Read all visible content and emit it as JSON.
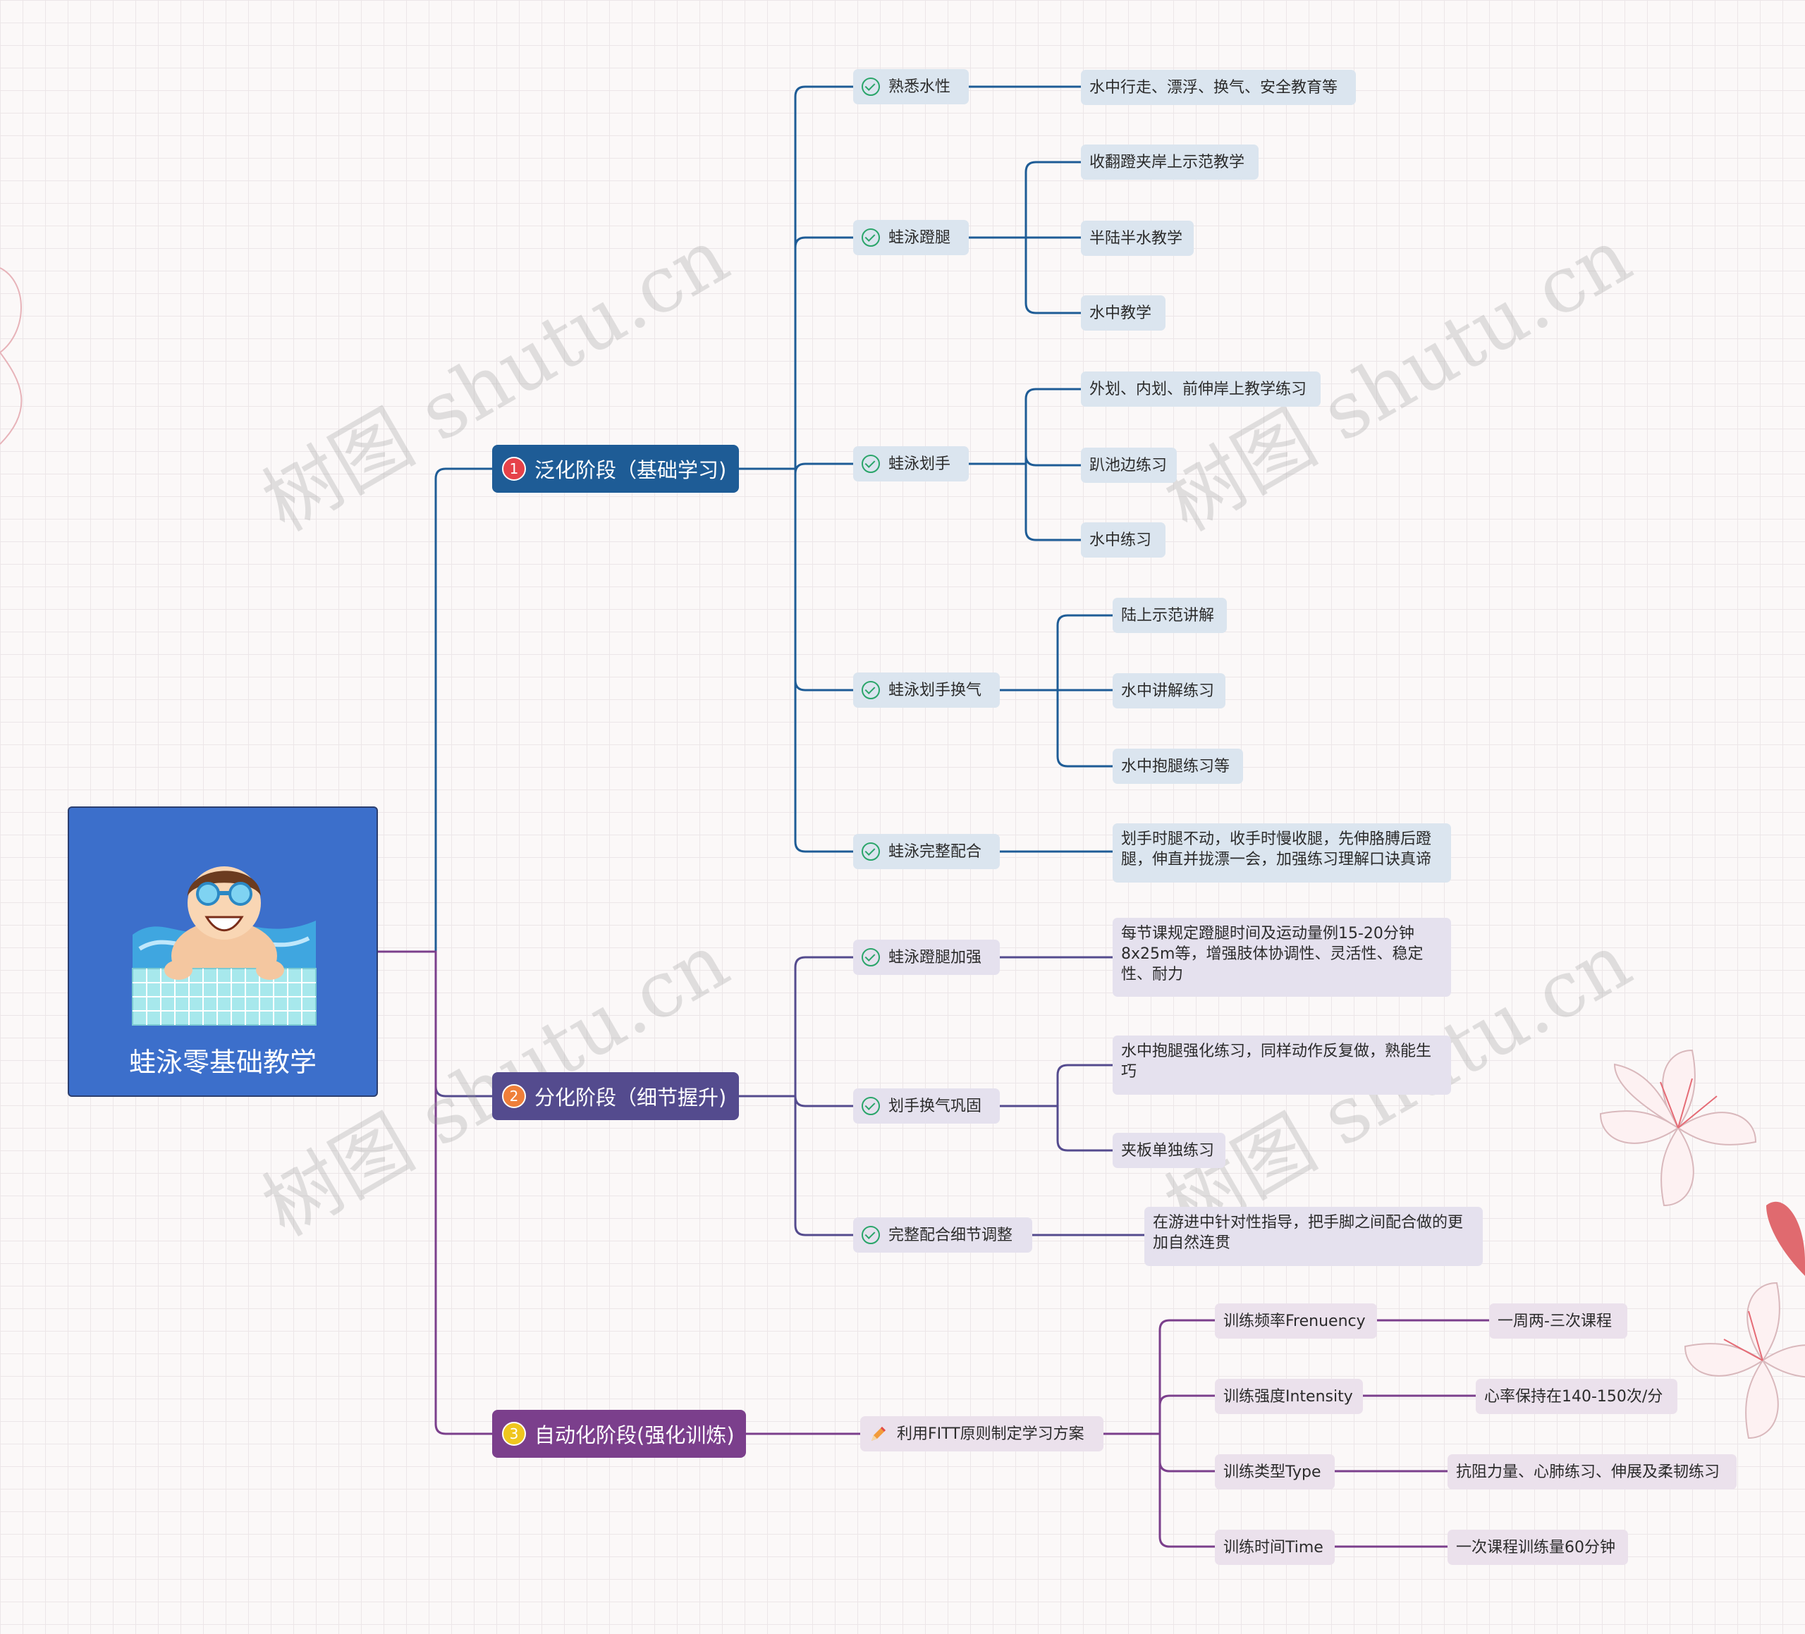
{
  "root": {
    "title": "蛙泳零基础教学",
    "image": "swimmer-illustration"
  },
  "watermark": "树图 shutu.cn",
  "stages": [
    {
      "badge": "1",
      "label": "泛化阶段（基础学习)",
      "color": "#1e5c96",
      "badge_color": "#e64249",
      "children": [
        {
          "label": "熟悉水性",
          "icon": "check-circle-icon",
          "children": [
            "水中行走、漂浮、换气、安全教育等"
          ]
        },
        {
          "label": "蛙泳蹬腿",
          "icon": "check-circle-icon",
          "children": [
            "收翻蹬夹岸上示范教学",
            "半陆半水教学",
            "水中教学"
          ]
        },
        {
          "label": "蛙泳划手",
          "icon": "check-circle-icon",
          "children": [
            "外划、内划、前伸岸上教学练习",
            "趴池边练习",
            "水中练习"
          ]
        },
        {
          "label": "蛙泳划手换气",
          "icon": "check-circle-icon",
          "children": [
            "陆上示范讲解",
            "水中讲解练习",
            "水中抱腿练习等"
          ]
        },
        {
          "label": "蛙泳完整配合",
          "icon": "check-circle-icon",
          "children": [
            "划手时腿不动，收手时慢收腿，先伸胳膊后蹬腿，伸直并拢漂一会，加强练习理解口诀真谛"
          ]
        }
      ]
    },
    {
      "badge": "2",
      "label": "分化阶段（细节握升)",
      "color": "#544b8e",
      "badge_color": "#ef7f3a",
      "children": [
        {
          "label": "蛙泳蹬腿加强",
          "icon": "check-circle-icon",
          "children": [
            "每节课规定蹬腿时间及运动量例15-20分钟8x25m等，增强肢体协调性、灵活性、稳定性、耐力"
          ]
        },
        {
          "label": "划手换气巩固",
          "icon": "check-circle-icon",
          "children": [
            "水中抱腿强化练习，同样动作反复做，熟能生巧",
            "夹板单独练习"
          ]
        },
        {
          "label": "完整配合细节调整",
          "icon": "check-circle-icon",
          "children": [
            "在游进中针对性指导，把手脚之间配合做的更加自然连贯"
          ]
        }
      ]
    },
    {
      "badge": "3",
      "label": "自动化阶段(强化训炼)",
      "color": "#7b3f8c",
      "badge_color": "#efc61f",
      "children": [
        {
          "label": "利用FITT原则制定学习方案",
          "icon": "pencil-icon",
          "children": [
            {
              "label": "训练频率Frenuency",
              "children": [
                "一周两-三次课程"
              ]
            },
            {
              "label": "训练强度Intensity",
              "children": [
                "心率保持在140-150次/分"
              ]
            },
            {
              "label": "训练类型Type",
              "children": [
                "抗阻力量、心肺练习、伸展及柔韧练习"
              ]
            },
            {
              "label": "训练时间Time",
              "children": [
                "一次课程训练量60分钟"
              ]
            }
          ]
        }
      ]
    }
  ]
}
